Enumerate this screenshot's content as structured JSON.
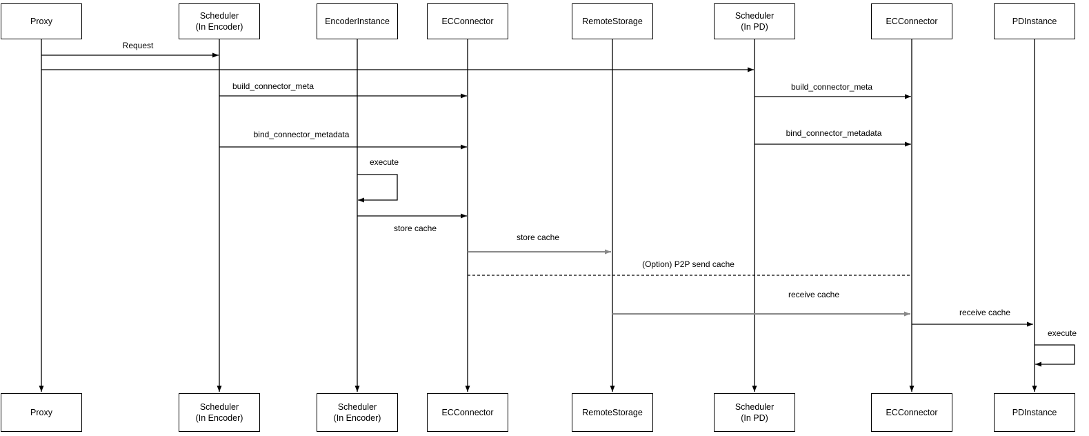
{
  "diagram_type": "uml-sequence-diagram",
  "actors_top": [
    {
      "label": "Proxy",
      "sub": ""
    },
    {
      "label": "Scheduler",
      "sub": "(In Encoder)"
    },
    {
      "label": "EncoderInstance",
      "sub": ""
    },
    {
      "label": "ECConnector",
      "sub": ""
    },
    {
      "label": "RemoteStorage",
      "sub": ""
    },
    {
      "label": "Scheduler",
      "sub": "(In PD)"
    },
    {
      "label": "ECConnector",
      "sub": ""
    },
    {
      "label": "PDInstance",
      "sub": ""
    }
  ],
  "actors_bottom": [
    {
      "label": "Proxy",
      "sub": ""
    },
    {
      "label": "Scheduler",
      "sub": "(In Encoder)"
    },
    {
      "label": "Scheduler",
      "sub": "(In Encoder)"
    },
    {
      "label": "ECConnector",
      "sub": ""
    },
    {
      "label": "RemoteStorage",
      "sub": ""
    },
    {
      "label": "Scheduler",
      "sub": "(In PD)"
    },
    {
      "label": "ECConnector",
      "sub": ""
    },
    {
      "label": "PDInstance",
      "sub": ""
    }
  ],
  "messages": [
    {
      "label": "Request",
      "from": "Proxy",
      "to": "Scheduler (In Encoder)",
      "style": "solid"
    },
    {
      "label": "",
      "from": "Proxy",
      "to": "Scheduler (In PD)",
      "style": "solid"
    },
    {
      "label": "build_connector_meta",
      "from": "Scheduler (In Encoder)",
      "to": "ECConnector",
      "style": "solid"
    },
    {
      "label": "build_connector_meta",
      "from": "Scheduler (In PD)",
      "to": "ECConnector",
      "style": "solid"
    },
    {
      "label": "bind_connector_metadata",
      "from": "Scheduler (In Encoder)",
      "to": "ECConnector",
      "style": "solid"
    },
    {
      "label": "bind_connector_metadata",
      "from": "Scheduler (In PD)",
      "to": "ECConnector",
      "style": "solid"
    },
    {
      "label": "execute",
      "from": "EncoderInstance",
      "to": "EncoderInstance",
      "style": "self-loop"
    },
    {
      "label": "store cache",
      "from": "EncoderInstance",
      "to": "ECConnector",
      "style": "solid"
    },
    {
      "label": "store cache",
      "from": "ECConnector",
      "to": "RemoteStorage",
      "style": "solid-gray"
    },
    {
      "label": "(Option) P2P send cache",
      "from": "ECConnector",
      "to": "ECConnector",
      "style": "dashed"
    },
    {
      "label": "receive cache",
      "from": "RemoteStorage",
      "to": "ECConnector",
      "style": "solid-gray"
    },
    {
      "label": "receive cache",
      "from": "ECConnector",
      "to": "PDInstance",
      "style": "solid"
    },
    {
      "label": "execute",
      "from": "PDInstance",
      "to": "PDInstance",
      "style": "self-loop"
    }
  ],
  "colors": {
    "line": "#000000",
    "accent_arrow": "#888888",
    "box_border": "#000000",
    "box_fill": "#ffffff",
    "background": "#ffffff",
    "text": "#000000"
  }
}
